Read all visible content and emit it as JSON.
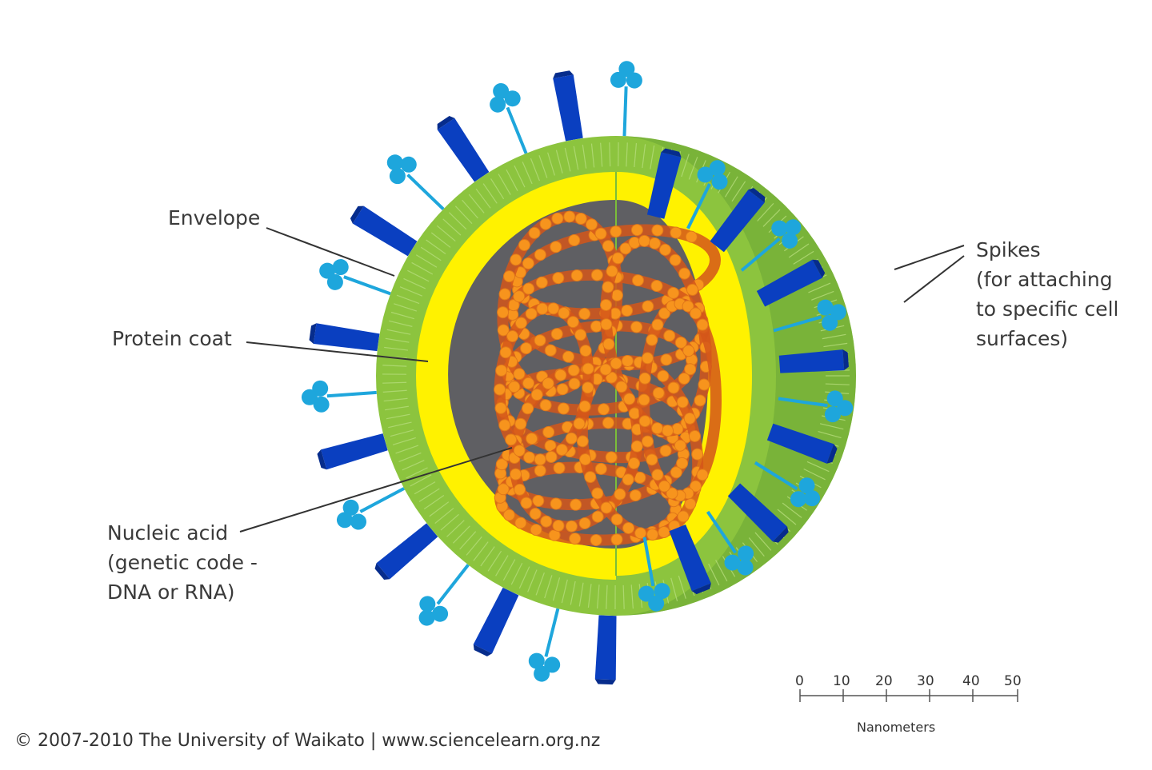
{
  "labels": {
    "envelope": "Envelope",
    "protein_coat": "Protein coat",
    "nucleic_acid": [
      "Nucleic acid",
      "(genetic code -",
      "DNA or RNA)"
    ],
    "spikes": [
      "Spikes",
      "(for attaching",
      "to specific cell",
      "surfaces)"
    ]
  },
  "scale": {
    "ticks": [
      "0",
      "10",
      "20",
      "30",
      "40",
      "50"
    ],
    "unit": "Nanometers"
  },
  "copyright": "© 2007-2010 The University of Waikato | www.sciencelearn.org.nz",
  "colors": {
    "envelope": "#8cc43e",
    "envelope_shade": "#6aa534",
    "protein_coat": "#fff200",
    "core": "#5f5f63",
    "nucleic_acid": "#f7941d",
    "nucleic_acid_dark": "#d4561a",
    "spike_hemagglutinin": "#0a3fc0",
    "spike_neuraminidase": "#1ea6dc"
  }
}
